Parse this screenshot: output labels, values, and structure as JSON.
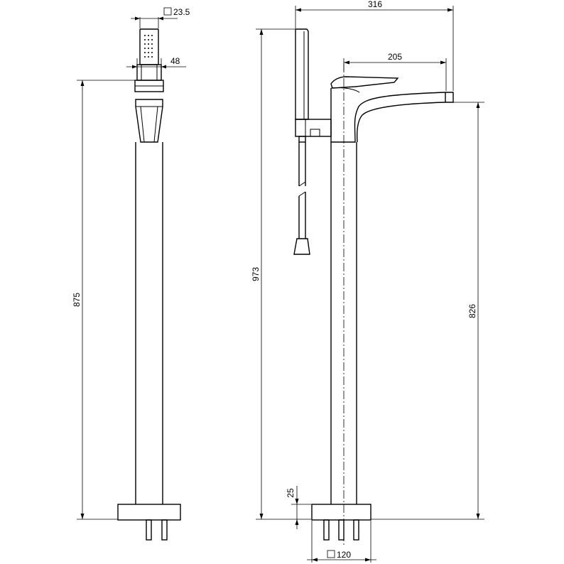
{
  "dimensions": {
    "handshower_section": "23.5",
    "handshower_holder": "48",
    "left_height": "875",
    "total_height": "973",
    "spout_height": "826",
    "total_width": "316",
    "spout_reach": "205",
    "base_height": "25",
    "base_section": "120"
  }
}
